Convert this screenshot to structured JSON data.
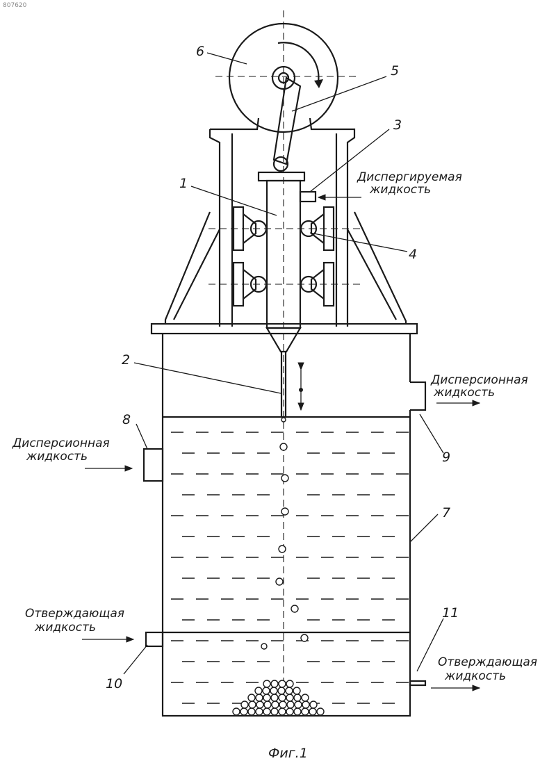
{
  "doc_id": "807620",
  "caption": "Фиг.1",
  "part_numbers": {
    "p1": "1",
    "p2": "2",
    "p3": "3",
    "p4": "4",
    "p5": "5",
    "p6": "6",
    "p7": "7",
    "p8": "8",
    "p9": "9",
    "p10": "10",
    "p11": "11"
  },
  "labels": {
    "dispersed_line1": "Диспергируемая",
    "dispersed_line2": "жидкость",
    "disp_out_line1": "Дисперсионная",
    "disp_out_line2": "жидкость",
    "disp_in_line1": "Дисперсионная",
    "disp_in_line2": "жидкость",
    "hard_in_line1": "Отверждающая",
    "hard_in_line2": "жидкость",
    "hard_out_line1": "Отверждающая",
    "hard_out_line2": "жидкость"
  }
}
